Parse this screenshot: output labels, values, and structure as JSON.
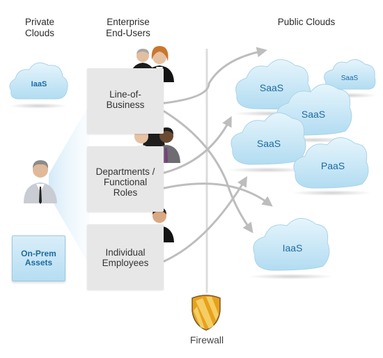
{
  "headers": {
    "private_clouds": [
      "Private",
      "Clouds"
    ],
    "enterprise_end_users": [
      "Enterprise",
      "End-Users"
    ],
    "public_clouds": "Public Clouds"
  },
  "private": {
    "cloud_label": "IaaS",
    "on_prem": [
      "On-Prem",
      "Assets"
    ]
  },
  "end_user_groups": [
    {
      "lines": [
        "Line-of-",
        "Business"
      ]
    },
    {
      "lines": [
        "Departments /",
        "Functional",
        "Roles"
      ]
    },
    {
      "lines": [
        "Individual",
        "Employees"
      ]
    }
  ],
  "public_clouds": [
    {
      "label": "SaaS"
    },
    {
      "label": "SaaS"
    },
    {
      "label": "SaaS"
    },
    {
      "label": "SaaS"
    },
    {
      "label": "PaaS"
    },
    {
      "label": "IaaS"
    }
  ],
  "firewall_label": "Firewall",
  "colors": {
    "cloud_fill": "#c9e7f6",
    "cloud_text": "#1d6aa1",
    "arrow": "#bdbdbd",
    "box": "#e7e7e7",
    "shield_gold": "#e8a11c",
    "shield_stripe": "#f6d36b"
  }
}
